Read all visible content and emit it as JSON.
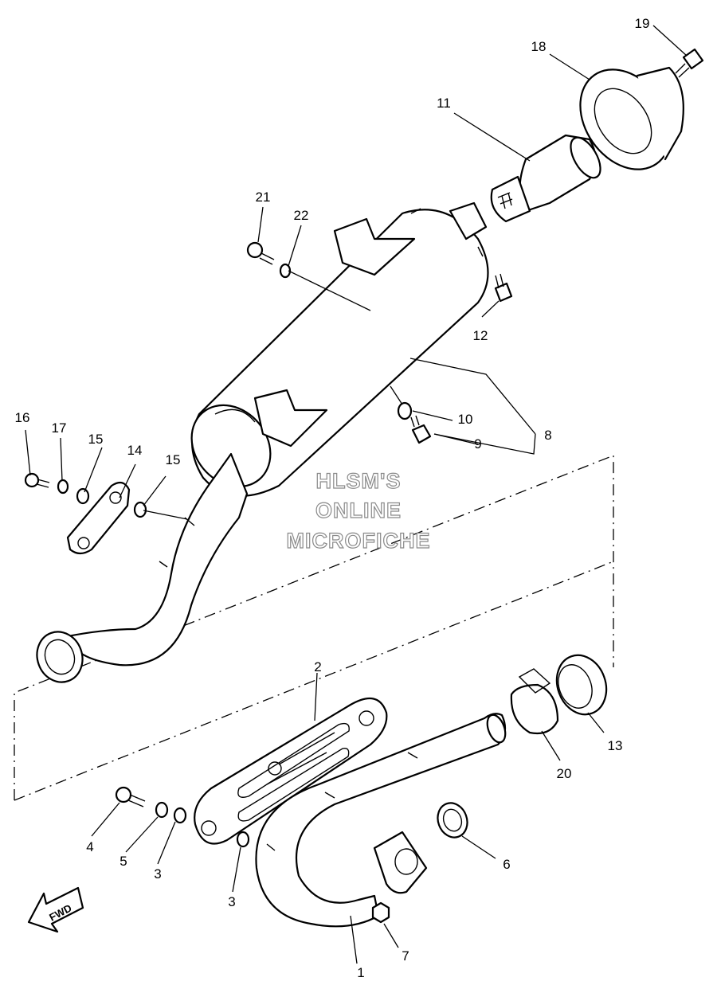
{
  "watermark": {
    "line1": "HLSM'S",
    "line2": "ONLINE",
    "line3": "MICROFICHE"
  },
  "direction_label": "FWD",
  "callouts": [
    "1",
    "2",
    "3",
    "3",
    "4",
    "5",
    "6",
    "7",
    "8",
    "9",
    "10",
    "11",
    "12",
    "13",
    "14",
    "15",
    "15",
    "16",
    "17",
    "18",
    "19",
    "20",
    "21",
    "22"
  ]
}
